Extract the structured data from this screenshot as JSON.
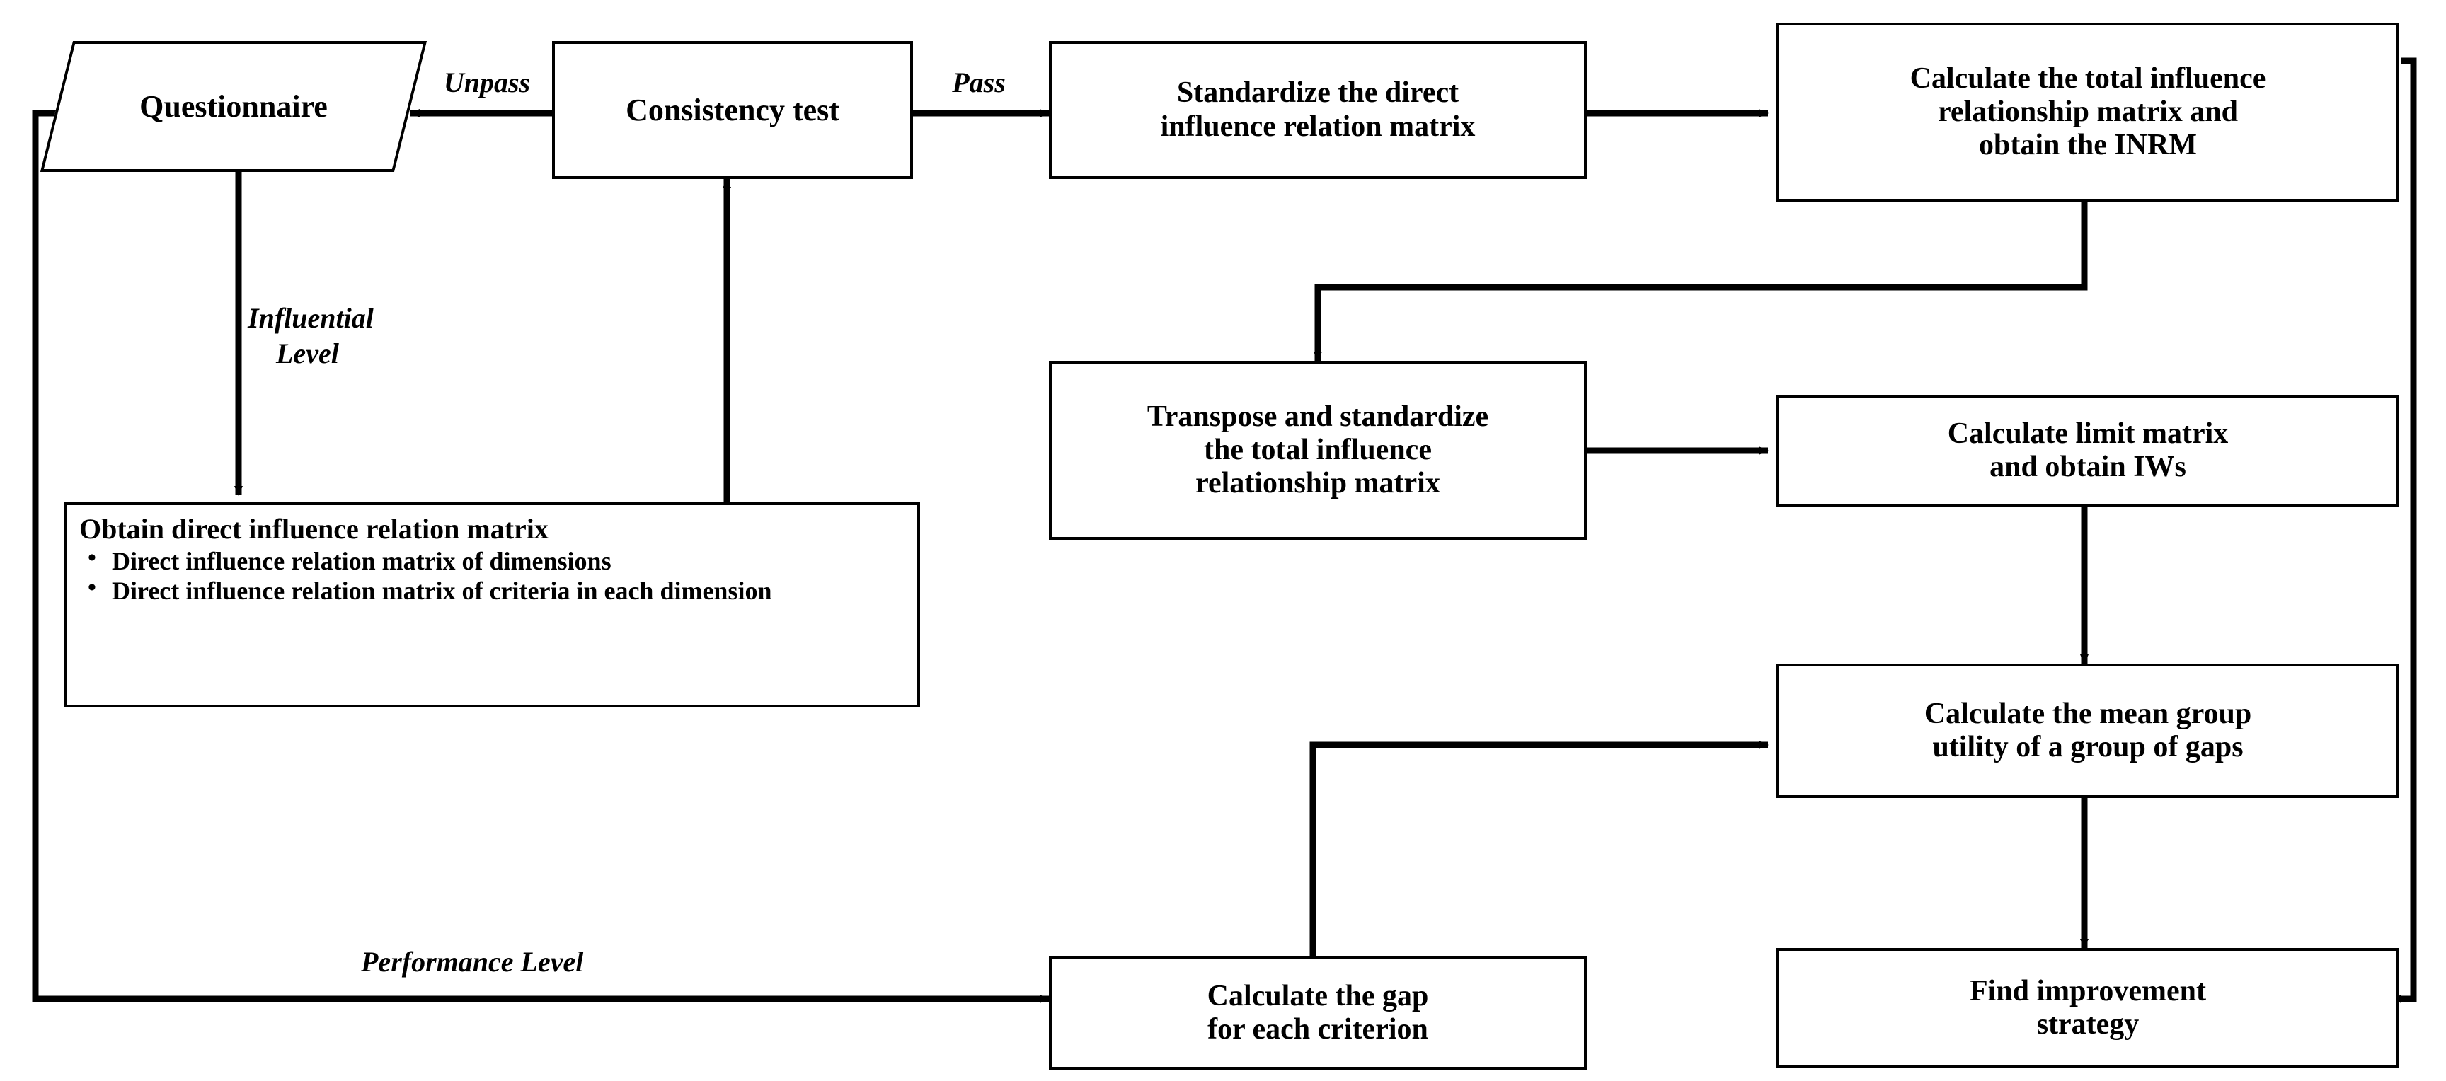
{
  "diagram": {
    "type": "flowchart",
    "title": "",
    "background_color": "#ffffff",
    "line_color": "#000000",
    "nodes": {
      "questionnaire": {
        "label": "Questionnaire",
        "shape": "parallelogram"
      },
      "consistency_test": {
        "label": "Consistency test",
        "shape": "rectangle"
      },
      "standardize_direct": {
        "label": "Standardize the direct\ninfluence relation matrix",
        "line1": "Standardize the direct",
        "line2": "influence relation matrix",
        "shape": "rectangle"
      },
      "total_influence_inrm": {
        "line1": "Calculate the total influence",
        "line2": "relationship matrix and",
        "line3": "obtain the INRM",
        "shape": "rectangle"
      },
      "obtain_direct": {
        "heading": "Obtain direct influence relation matrix",
        "bullets": [
          "Direct influence relation matrix of dimensions",
          "Direct influence relation matrix of criteria in each dimension"
        ],
        "shape": "rectangle"
      },
      "transpose_standardize": {
        "line1": "Transpose and standardize",
        "line2": "the total influence",
        "line3": "relationship matrix",
        "shape": "rectangle"
      },
      "limit_matrix_iws": {
        "line1": "Calculate limit matrix",
        "line2": "and obtain IWs",
        "shape": "rectangle"
      },
      "mean_group_utility": {
        "line1": "Calculate the mean group",
        "line2": "utility of a group of gaps",
        "shape": "rectangle"
      },
      "calculate_gap": {
        "line1": "Calculate the gap",
        "line2": "for each criterion",
        "shape": "rectangle"
      },
      "find_improvement": {
        "line1": "Find improvement",
        "line2": "strategy",
        "shape": "rectangle"
      }
    },
    "edge_labels": {
      "unpass": "Unpass",
      "pass": "Pass",
      "influential_level_line1": "Influential",
      "influential_level_line2": "Level",
      "performance_level": "Performance Level"
    },
    "edges": [
      {
        "from": "consistency_test",
        "to": "questionnaire",
        "label": "Unpass"
      },
      {
        "from": "consistency_test",
        "to": "standardize_direct",
        "label": "Pass"
      },
      {
        "from": "questionnaire",
        "to": "obtain_direct",
        "label": "Influential Level"
      },
      {
        "from": "obtain_direct",
        "to": "consistency_test",
        "label": ""
      },
      {
        "from": "standardize_direct",
        "to": "total_influence_inrm",
        "label": ""
      },
      {
        "from": "total_influence_inrm",
        "to": "transpose_standardize",
        "label": ""
      },
      {
        "from": "transpose_standardize",
        "to": "limit_matrix_iws",
        "label": ""
      },
      {
        "from": "limit_matrix_iws",
        "to": "mean_group_utility",
        "label": ""
      },
      {
        "from": "mean_group_utility",
        "to": "find_improvement",
        "label": ""
      },
      {
        "from": "calculate_gap",
        "to": "mean_group_utility",
        "label": ""
      },
      {
        "from": "calculate_gap",
        "to": "questionnaire",
        "label": "Performance Level"
      },
      {
        "from": "total_influence_inrm",
        "to": "find_improvement",
        "label": ""
      }
    ]
  }
}
